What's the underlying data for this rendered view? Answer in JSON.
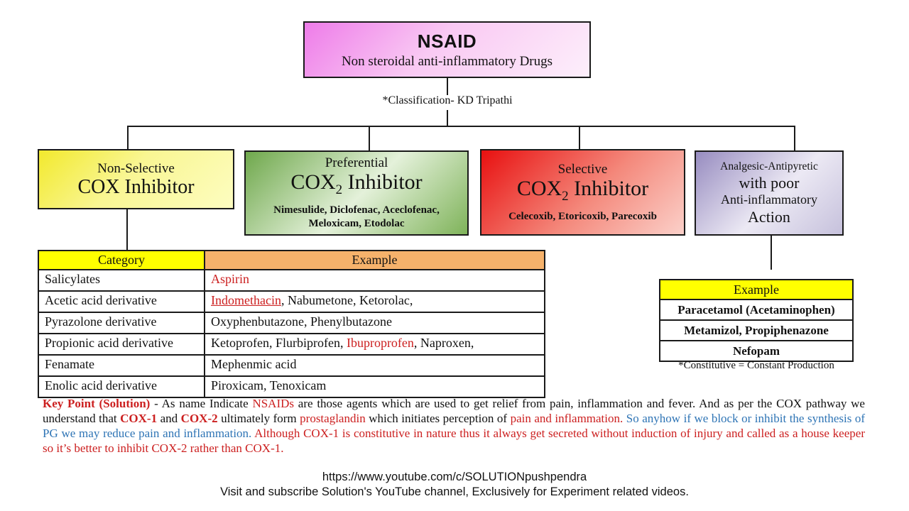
{
  "colors": {
    "pink_box_start": "#ee7ce9",
    "pink_box_end": "#fdeffb",
    "yellow_box_start": "#f2e92d",
    "yellow_box_end": "#fdfdc0",
    "green_box_edge": "#6fa84c",
    "green_box_center": "#e4f1da",
    "red_box_start": "#e81010",
    "red_box_end": "#fbd0c9",
    "purple_box_edge": "#978cc0",
    "purple_box_center": "#ece9f4",
    "category_header_bg": "#ffff00",
    "example_header_left_bg": "#f6b26b",
    "example_header_right_bg": "#ffff00",
    "highlight_red": "#cc2020",
    "note_blue": "#2e74b5"
  },
  "root_box": {
    "title": "NSAID",
    "subtitle": "Non steroidal anti-inflammatory Drugs"
  },
  "classification_note": "*Classification- KD Tripathi",
  "branches": {
    "nonselective": {
      "line1": "Non-Selective",
      "line2": "COX Inhibitor"
    },
    "preferential": {
      "line1": "Preferential",
      "cox": "COX",
      "sub": "2",
      "inhibitor": " Inhibitor",
      "drugs_line1": "Nimesulide, Diclofenac, Aceclofenac,",
      "drugs_line2": "Meloxicam, Etodolac"
    },
    "selective": {
      "line1": "Selective",
      "cox": "COX",
      "sub": "2",
      "inhibitor": " Inhibitor",
      "drugs_line1": "Celecoxib, Etoricoxib, Parecoxib"
    },
    "analgesic": {
      "line1": "Analgesic-Antipyretic",
      "line2": "with poor",
      "line3": "Anti-inflammatory",
      "line4": "Action"
    }
  },
  "category_table": {
    "header_category": "Category",
    "header_example": "Example",
    "rows": [
      {
        "category": "Salicylates",
        "pre": "",
        "red": "Aspirin",
        "post": ""
      },
      {
        "category": "Acetic acid derivative",
        "pre": "",
        "red": "Indomethacin",
        "post": ", Nabumetone, Ketorolac,"
      },
      {
        "category": "Pyrazolone derivative",
        "pre": "Oxyphenbutazone,  Phenylbutazone",
        "red": "",
        "post": ""
      },
      {
        "category": "Propionic acid derivative",
        "pre": "Ketoprofen, Flurbiprofen,  ",
        "red": "Ibuproprofen",
        "post": ", Naproxen,"
      },
      {
        "category": "Fenamate",
        "pre": "Mephenmic acid",
        "red": "",
        "post": ""
      },
      {
        "category": "Enolic acid derivative",
        "pre": "Piroxicam, Tenoxicam",
        "red": "",
        "post": ""
      }
    ]
  },
  "example_table": {
    "header": "Example",
    "rows": [
      "Paracetamol (Acetaminophen)",
      "Metamizol, Propiphenazone",
      "Nefopam"
    ],
    "note": "*Constitutive = Constant Production"
  },
  "keypoint": {
    "segments": [
      {
        "text": "Key Point (Solution)"
      },
      {
        "text": " - As name Indicate "
      },
      {
        "text": "NSAIDs"
      },
      {
        "text": " are those agents which are used to get relief from pain, inflammation and fever.  And as per the COX pathway we understand that "
      },
      {
        "text": "COX-1"
      },
      {
        "text": " and "
      },
      {
        "text": "COX-2"
      },
      {
        "text": " ultimately form "
      },
      {
        "text": "prostaglandin"
      },
      {
        "text": " which initiates perception of "
      },
      {
        "text": "pain and inflammation."
      },
      {
        "text": " So anyhow if we block or inhibit the synthesis of PG we may reduce pain and inflammation."
      },
      {
        "text": " Although COX-1 is constitutive in nature thus it always get secreted without induction of injury and called as a house keeper so it’s better to inhibit COX-2 rather than COX-1."
      }
    ]
  },
  "footer": {
    "line1": "https://www.youtube.com/c/SOLUTIONpushpendra",
    "line2": "Visit and subscribe Solution's YouTube channel, Exclusively for Experiment related videos."
  }
}
